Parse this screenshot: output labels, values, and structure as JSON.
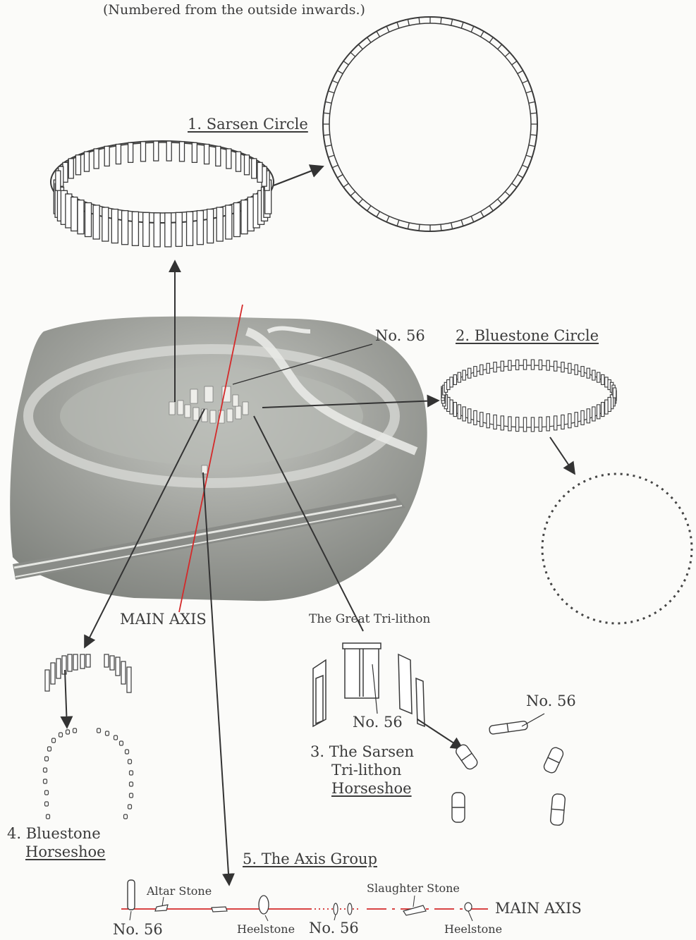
{
  "header": {
    "subtitle": "(Numbered from the outside inwards.)"
  },
  "labels": {
    "sarsen_circle": "1. Sarsen Circle",
    "bluestone_circle": "2. Bluestone Circle",
    "no56_photo": "No. 56",
    "main_axis": "MAIN AXIS",
    "great_trilithon": "The Great Tri-lithon",
    "no56_trilithon": "No. 56",
    "no56_right": "No. 56",
    "sarsen_horseshoe_1": "3. The Sarsen",
    "sarsen_horseshoe_2": "Tri-lithon",
    "sarsen_horseshoe_3": "Horseshoe",
    "bluestone_horseshoe_1": "4. Bluestone",
    "bluestone_horseshoe_2": "Horseshoe",
    "axis_group": "5. The Axis Group",
    "altar_stone": "Altar Stone",
    "slaughter_stone": "Slaughter Stone",
    "main_axis_right": "MAIN AXIS",
    "no56_axis_left": "No. 56",
    "heelstone_1": "Heelstone",
    "no56_axis_mid": "No. 56",
    "heelstone_2": "Heelstone"
  },
  "colors": {
    "axis_line": "#d42a2a",
    "ink": "#3a3a3a",
    "photo": "#a8aaa6"
  }
}
